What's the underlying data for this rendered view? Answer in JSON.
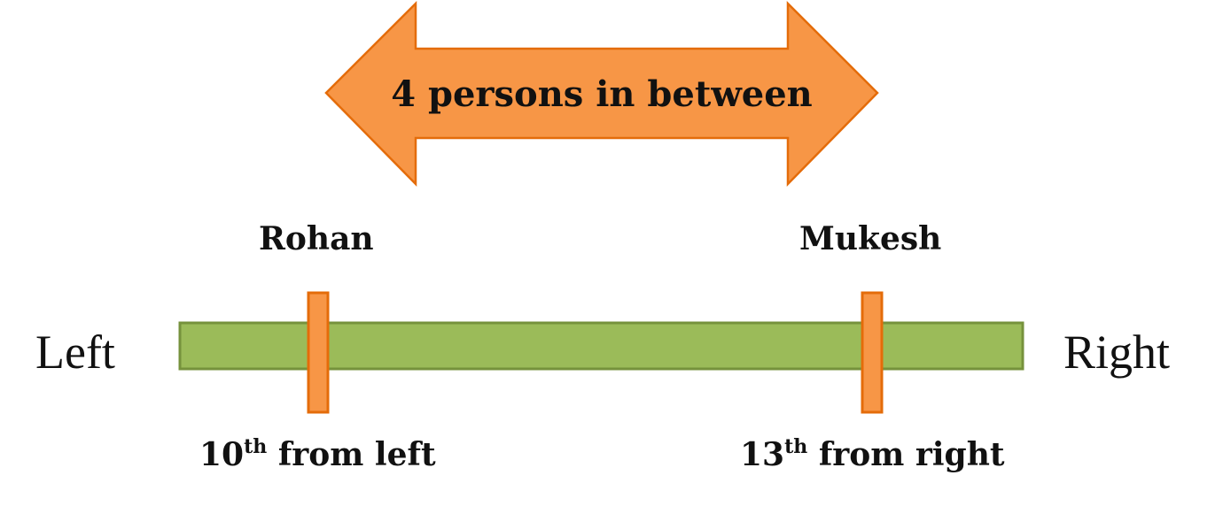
{
  "colors": {
    "bar_fill": "#9bbb59",
    "bar_stroke": "#76923c",
    "arrow_fill": "#f79646",
    "marker_fill": "#f79646",
    "marker_stroke": "#e46c0a",
    "text": "#111111"
  },
  "arrow": {
    "label": "4 persons in between"
  },
  "line": {
    "left_label": "Left",
    "right_label": "Right"
  },
  "people": {
    "rohan": {
      "name": "Rohan",
      "rank": "10",
      "rank_suffix": "th",
      "rank_text": " from left"
    },
    "mukesh": {
      "name": "Mukesh",
      "rank": "13",
      "rank_suffix": "th",
      "rank_text": " from right"
    }
  }
}
